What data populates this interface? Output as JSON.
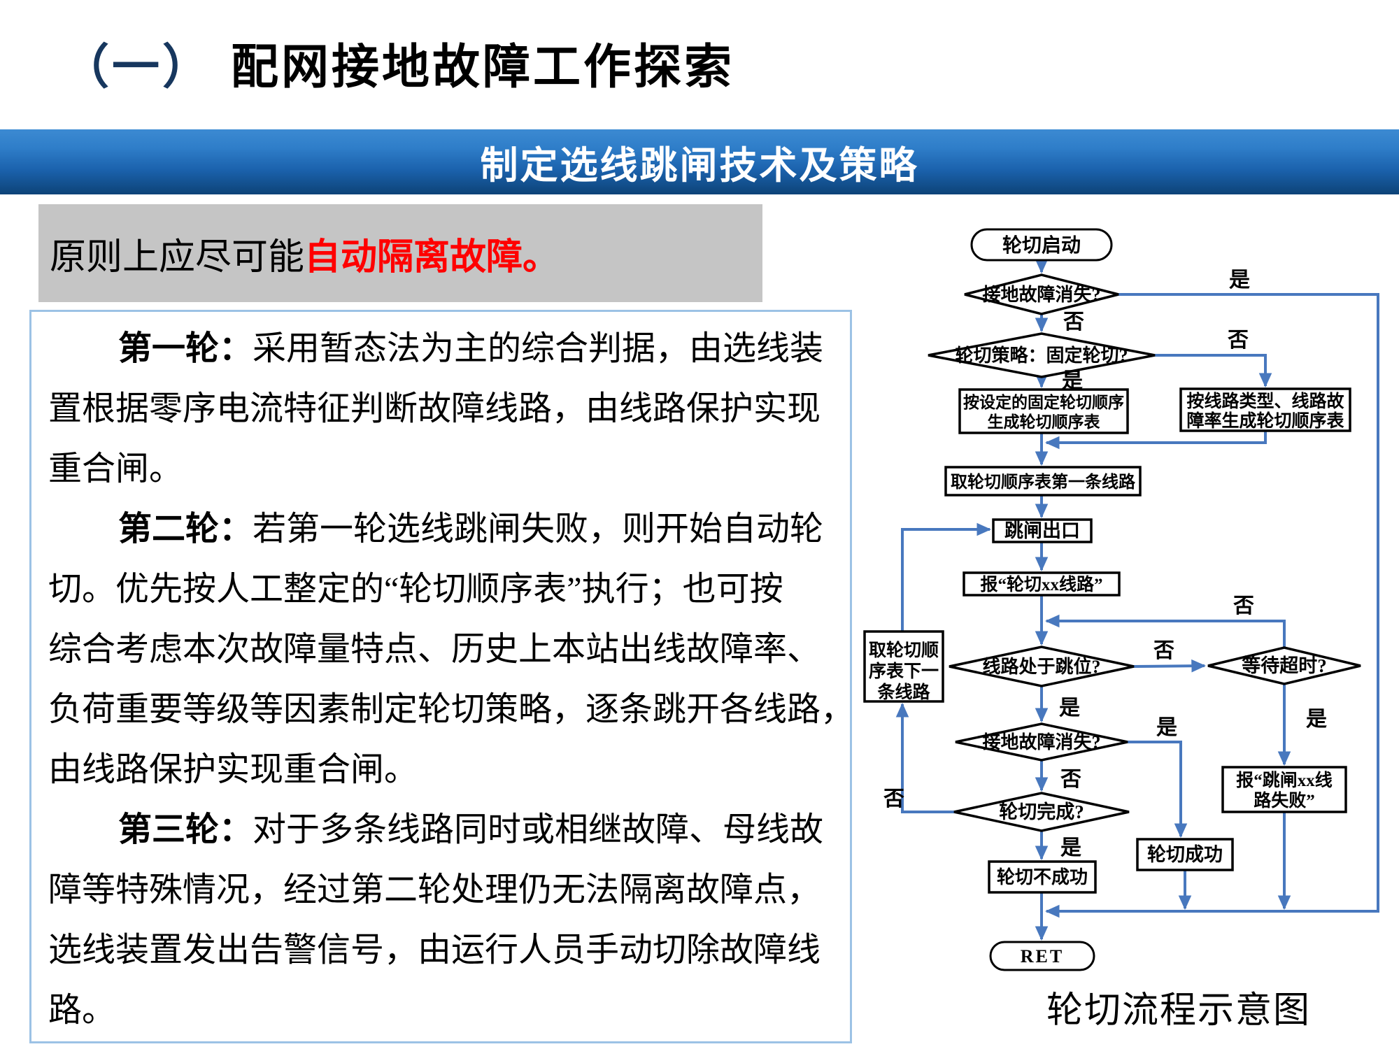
{
  "title": {
    "number": "（一）",
    "text": "配网接地故障工作探索"
  },
  "banner": {
    "text": "制定选线跳闸技术及策略"
  },
  "principle": {
    "prefix": "原则上应尽可能",
    "highlight": "自动隔离故障",
    "suffix": "。"
  },
  "body": {
    "lines": [
      {
        "bold": "第一轮：",
        "text": "采用暂态法为主的综合判据，由选线装",
        "indent": true
      },
      {
        "bold": "",
        "text": "置根据零序电流特征判断故障线路，由线路保护实现",
        "indent": false
      },
      {
        "bold": "",
        "text": "重合闸。",
        "indent": false
      },
      {
        "bold": "第二轮：",
        "text": "若第一轮选线跳闸失败，则开始自动轮",
        "indent": true
      },
      {
        "bold": "",
        "text": "切。优先按人工整定的“轮切顺序表”执行；也可按",
        "indent": false
      },
      {
        "bold": "",
        "text": "综合考虑本次故障量特点、历史上本站出线故障率、",
        "indent": false
      },
      {
        "bold": "",
        "text": "负荷重要等级等因素制定轮切策略，逐条跳开各线路，",
        "indent": false
      },
      {
        "bold": "",
        "text": "由线路保护实现重合闸。",
        "indent": false
      },
      {
        "bold": "第三轮：",
        "text": "对于多条线路同时或相继故障、母线故",
        "indent": true
      },
      {
        "bold": "",
        "text": "障等特殊情况，经过第二轮处理仍无法隔离故障点，",
        "indent": false
      },
      {
        "bold": "",
        "text": "选线装置发出告警信号，由运行人员手动切除故障线",
        "indent": false
      },
      {
        "bold": "",
        "text": "路。",
        "indent": false
      }
    ]
  },
  "flowchart": {
    "caption": "轮切流程示意图",
    "nodes": {
      "start": {
        "text": "轮切启动"
      },
      "d1": {
        "text": "接地故障消失?"
      },
      "d2": {
        "text": "轮切策略：固定轮切?"
      },
      "box_fixed": {
        "lines": [
          "按设定的固定轮切顺序",
          "生成轮切顺序表"
        ]
      },
      "box_bytype": {
        "lines": [
          "按线路类型、线路故",
          "障率生成轮切顺序表"
        ]
      },
      "box_first": {
        "text": "取轮切顺序表第一条线路"
      },
      "box_trip": {
        "text": "跳闸出口"
      },
      "box_report_cut": {
        "text": "报“轮切xx线路”"
      },
      "box_next": {
        "lines": [
          "取轮切顺",
          "序表下一",
          "条线路"
        ]
      },
      "d3": {
        "text": "线路处于跳位?"
      },
      "d4": {
        "text": "等待超时?"
      },
      "d5": {
        "text": "接地故障消失?"
      },
      "d6": {
        "text": "轮切完成?"
      },
      "box_report_fail": {
        "lines": [
          "报“跳闸xx线",
          "路失败”"
        ]
      },
      "box_success": {
        "text": "轮切成功"
      },
      "box_fail": {
        "text": "轮切不成功"
      },
      "ret": {
        "text": "RET"
      }
    },
    "labels": {
      "yes": "是",
      "no": "否"
    }
  },
  "colors": {
    "accent_blue": "#4878BE",
    "title_navy": "#17375E",
    "highlight_red": "#FF0000",
    "panel_gray": "#C5C5C5",
    "textbox_border_blue": "#9CC2E5",
    "banner_blue_top": "#2F7EC9",
    "banner_blue_bottom": "#0D4377"
  }
}
